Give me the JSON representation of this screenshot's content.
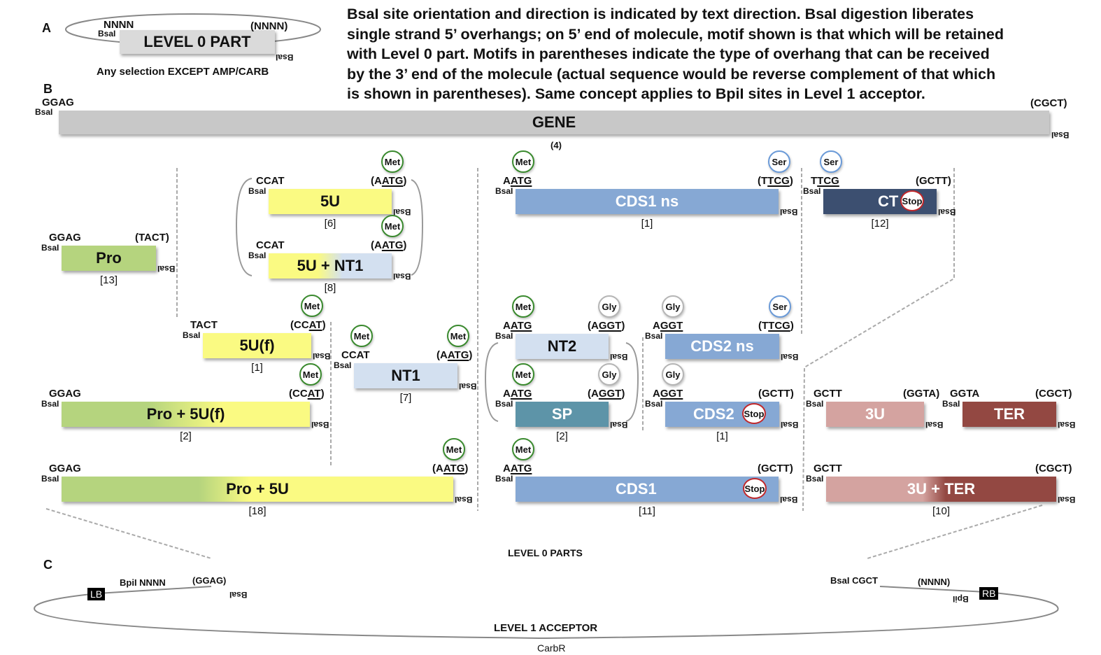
{
  "panels": {
    "a": "A",
    "b": "B",
    "c": "C"
  },
  "description": "BsaI site orientation and direction is indicated by text direction. BsaI digestion liberates\nsingle strand 5’ overhangs; on 5’ end of molecule, motif shown is that which will be retained\n with Level 0 part. Motifs in parentheses indicate the type of overhang that can be received\nby the 3’ end of the molecule (actual sequence would be reverse complement of that which\nis shown in parentheses). Same concept applies to BpiI sites in Level 1 acceptor.",
  "panel_a": {
    "part_label": "LEVEL 0 PART",
    "left_overhang": "NNNN",
    "right_overhang": "(NNNN)",
    "site": "BsaI",
    "selection": "Any selection EXCEPT AMP/CARB"
  },
  "gene": {
    "label": "GENE",
    "left": "GGAG",
    "right": "(CGCT)",
    "count": "(4)",
    "site": "BsaI"
  },
  "level0_label": "LEVEL 0 PARTS",
  "site_name": "BsaI",
  "parts": [
    {
      "id": "pro",
      "label": "Pro",
      "left": "GGAG",
      "right": "(TACT)",
      "count": "[13]"
    },
    {
      "id": "5u",
      "label": "5U",
      "left": "CCAT",
      "right": "(AATG)",
      "count": "[6]",
      "aa_right": "Met"
    },
    {
      "id": "5u-nt1",
      "label": "5U + NT1",
      "left": "CCAT",
      "right": "(AATG)",
      "count": "[8]",
      "aa_right": "Met"
    },
    {
      "id": "5uf",
      "label": "5U(f)",
      "left": "TACT",
      "right": "(CCAT)",
      "count": "[1]",
      "aa_right": "Met"
    },
    {
      "id": "nt1",
      "label": "NT1",
      "left": "CCAT",
      "right": "(AATG)",
      "count": "[7]",
      "aa_left": "Met",
      "aa_right": "Met"
    },
    {
      "id": "pro-5uf",
      "label": "Pro + 5U(f)",
      "left": "GGAG",
      "right": "(CCAT)",
      "count": "[2]",
      "aa_right": "Met"
    },
    {
      "id": "pro-5u",
      "label": "Pro + 5U",
      "left": "GGAG",
      "right": "(AATG)",
      "count": "[18]",
      "aa_right": "Met"
    },
    {
      "id": "cds1ns",
      "label": "CDS1 ns",
      "left": "AATG",
      "right": "(TTCG)",
      "count": "[1]",
      "aa_left": "Met",
      "aa_right": "Ser"
    },
    {
      "id": "ct",
      "label": "CT",
      "left": "TTCG",
      "right": "(GCTT)",
      "count": "[12]",
      "aa_left": "Ser",
      "stop": "Stop"
    },
    {
      "id": "nt2",
      "label": "NT2",
      "left": "AATG",
      "right": "(AGGT)",
      "count": "",
      "aa_left": "Met",
      "aa_right": "Gly"
    },
    {
      "id": "sp",
      "label": "SP",
      "left": "AATG",
      "right": "(AGGT)",
      "count": "[2]",
      "aa_left": "Met",
      "aa_right": "Gly"
    },
    {
      "id": "cds2ns",
      "label": "CDS2 ns",
      "left": "AGGT",
      "right": "(TTCG)",
      "count": "",
      "aa_left": "Gly",
      "aa_right": "Ser"
    },
    {
      "id": "cds2",
      "label": "CDS2",
      "left": "AGGT",
      "right": "(GCTT)",
      "count": "[1]",
      "aa_left": "Gly",
      "stop": "Stop"
    },
    {
      "id": "3u",
      "label": "3U",
      "left": "GCTT",
      "right": "(GGTA)",
      "count": ""
    },
    {
      "id": "ter",
      "label": "TER",
      "left": "GGTA",
      "right": "(CGCT)",
      "count": ""
    },
    {
      "id": "cds1",
      "label": "CDS1",
      "left": "AATG",
      "right": "(GCTT)",
      "count": "[11]",
      "aa_left": "Met",
      "stop": "Stop"
    },
    {
      "id": "3u-ter",
      "label": "3U + TER",
      "left": "GCTT",
      "right": "(CGCT)",
      "count": "[10]"
    }
  ],
  "panel_c": {
    "label": "LEVEL 1 ACCEPTOR",
    "selection": "CarbR",
    "lb": "LB",
    "rb": "RB",
    "left_text": "BpiI NNNN",
    "left_overhang": "(GGAG)",
    "left_site": "BsaI",
    "right_text": "BsaI CGCT",
    "right_overhang": "(NNNN)",
    "right_site": "BpiI"
  },
  "colors": {
    "gene": "#c8c8c8",
    "pro": "#b5d47e",
    "5u": "#fafa82",
    "nt": "#d3e0f0",
    "cds": "#86a8d4",
    "sp": "#5d94a8",
    "ct": "#3c4f70",
    "3u": "#d4a3a0",
    "ter": "#934842",
    "met": "#3a8a2e",
    "ser": "#6a9ad8",
    "gly": "#b5b5b5",
    "stop": "#c0282b"
  }
}
